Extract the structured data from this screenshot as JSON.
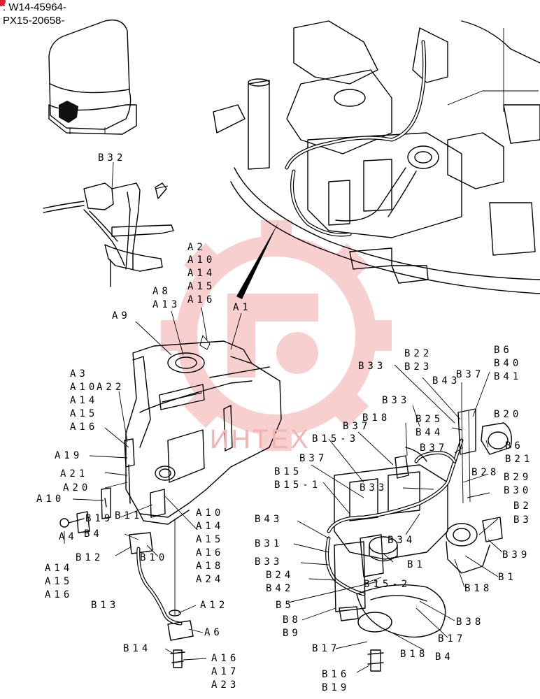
{
  "header": {
    "serial_line_1": ": W14-45964-",
    "serial_line_2": "PX15-20658-"
  },
  "watermark": {
    "text": "ИНТЕХ",
    "color": "#f5bcbc"
  },
  "labels": {
    "B32": "B32",
    "A2": "A2",
    "A10a": "A10",
    "A14a": "A14",
    "A15a": "A15",
    "A16a": "A16",
    "A8": "A8",
    "A13": "A13",
    "A9": "A9",
    "A1": "A1",
    "A3": "A3",
    "A10b": "A10",
    "A14b": "A14",
    "A15b": "A15",
    "A16b": "A16",
    "A22": "A22",
    "A19": "A19",
    "A21": "A21",
    "A20": "A20",
    "A10c": "A10",
    "B11": "B11",
    "B19a": "B19",
    "B4a": "B4",
    "B12": "B12",
    "B10": "B10",
    "A14c": "A14",
    "A15c": "A15",
    "A16c": "A16",
    "A4": "A4",
    "A10d": "A10",
    "A14d": "A14",
    "A15d": "A15",
    "A16d": "A16",
    "A18": "A18",
    "A24": "A24",
    "B13": "B13",
    "A12": "A12",
    "A6": "A6",
    "B14": "B14",
    "A16e": "A16",
    "A17": "A17",
    "A23": "A23",
    "B22": "B22",
    "B23": "B23",
    "B33a": "B33",
    "B43a": "B43",
    "B37a": "B37",
    "B6a": "B6",
    "B40": "B40",
    "B41": "B41",
    "B33b": "B33",
    "B18a": "B18",
    "B25": "B25",
    "B44": "B44",
    "B37b": "B37",
    "B20": "B20",
    "B37c": "B37",
    "B15_3": "B15-3",
    "B6b": "B6",
    "B21": "B21",
    "B37d": "B37",
    "B15": "B15",
    "B15_1": "B15-1",
    "B33c": "B33",
    "B28": "B28",
    "B29": "B29",
    "B30": "B30",
    "B43b": "B43",
    "B34": "B34",
    "B2": "B2",
    "B3": "B3",
    "B31": "B31",
    "B33d": "B33",
    "B1a": "B1",
    "B39": "B39",
    "B24": "B24",
    "B42": "B42",
    "B15_2": "B15-2",
    "B1b": "B1",
    "B18b": "B18",
    "B5": "B5",
    "B8": "B8",
    "B9": "B9",
    "B38": "B38",
    "B17a": "B17",
    "B17b": "B17",
    "B18c": "B18",
    "B4b": "B4",
    "B16": "B16",
    "B19b": "B19"
  }
}
